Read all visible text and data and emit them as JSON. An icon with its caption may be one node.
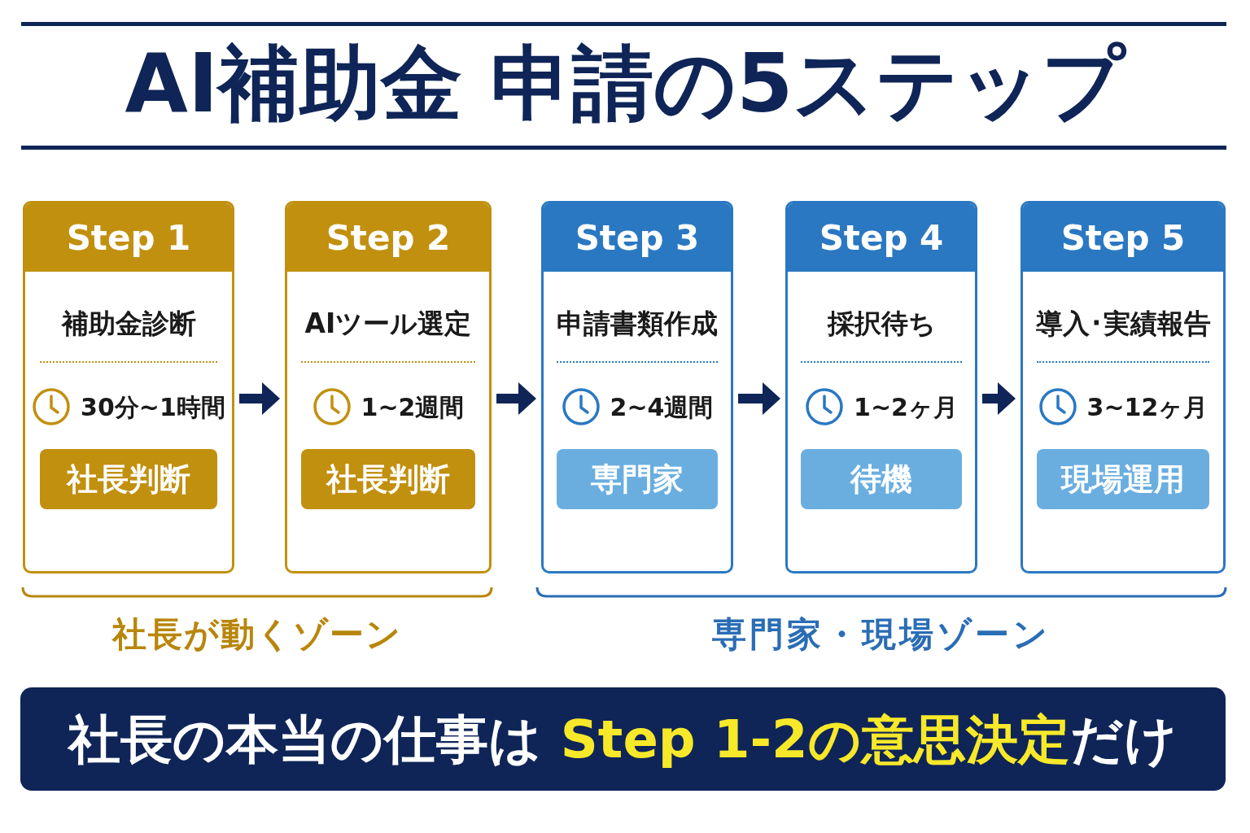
{
  "diagram": {
    "title": "AI補助金 申請の5ステップ",
    "nodes": [
      {
        "text": [
          "補助金診断",
          "30分~1時間"
        ]
      },
      {
        "text": [
          "Step 1"
        ],
        "in": 0
      },
      {
        "text": [
          "社長判断"
        ],
        "in": 0
      },
      {
        "text": [
          "AIツール選定",
          "1~2週間"
        ]
      },
      {
        "text": [
          "Step 2"
        ],
        "in": 3
      },
      {
        "text": [
          "社長判断"
        ],
        "in": 3
      },
      {
        "text": [
          "申請書類作成",
          "2~4週間"
        ]
      },
      {
        "text": [
          "Step 3"
        ],
        "in": 6
      },
      {
        "text": [
          "専門家"
        ],
        "in": 6
      },
      {
        "text": [
          "採択待ち",
          "1~2ヶ月"
        ]
      },
      {
        "text": [
          "Step 4"
        ],
        "in": 9
      },
      {
        "text": [
          "待機"
        ],
        "in": 9
      },
      {
        "text": [
          "導入･実績報告",
          "3~12ヶ月"
        ]
      },
      {
        "text": [
          "Step 5"
        ],
        "in": 12
      },
      {
        "text": [
          "現場運用"
        ],
        "in": 12
      },
      {
        "text": [
          "社長の本当の仕事は **Step 1-2の意思決定**だけ"
        ]
      }
    ],
    "edges": [
      {
        "from": 0,
        "to": 3,
        "arrow": "to"
      },
      {
        "from": 3,
        "to": 6,
        "arrow": "to"
      },
      {
        "from": 6,
        "to": 9,
        "arrow": "to"
      },
      {
        "from": 9,
        "to": 12,
        "arrow": "to"
      }
    ],
    "labels": [
      "社長が動くゾーン",
      "専門家・現場ゾーン"
    ]
  }
}
